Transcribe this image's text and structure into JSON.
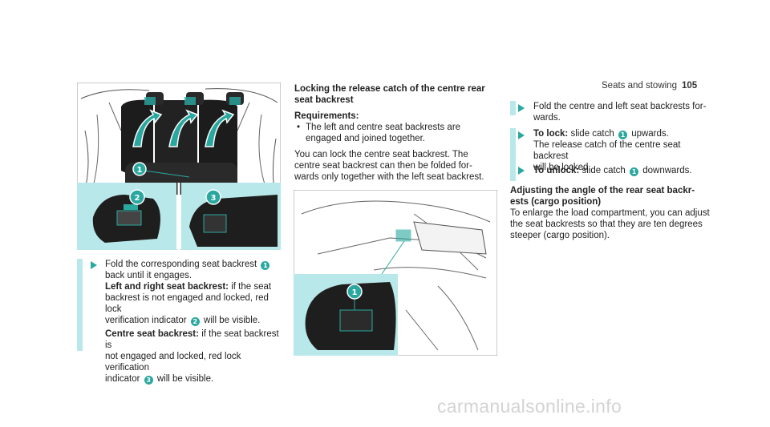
{
  "header": {
    "section": "Seats and stowing",
    "page": "105"
  },
  "col1": {
    "step1_text": "Fold the corresponding seat backrest",
    "step1_tail": "back until it engages.",
    "lr_heading": "Left and right seat backrest:",
    "lr_text1": "if the seat",
    "lr_text2": "backrest is not engaged and locked, red lock",
    "lr_text3": "verification indicator",
    "lr_text4": "will be visible.",
    "c_heading": "Centre seat backrest:",
    "c_text1": "if the seat backrest is",
    "c_text2": "not engaged and locked, red lock verification",
    "c_text3": "indicator",
    "c_text4": "will be visible."
  },
  "col2": {
    "heading1": "Locking the release catch of the centre rear",
    "heading2": "seat backrest",
    "req": "Requirements:",
    "bullet1": "The left and centre seat backrests are",
    "bullet2": "engaged and joined together.",
    "p1": "You can lock the centre seat backrest. The",
    "p2": "centre seat backrest can then be folded for-",
    "p3": "wards only together with the left seat backrest."
  },
  "col3": {
    "s1a": "Fold the centre and left seat backrests for-",
    "s1b": "wards.",
    "lock_label": "To lock:",
    "lock_text": "slide catch",
    "lock_tail": "upwards.",
    "lock_l2": "The release catch of the centre seat backrest",
    "lock_l3": "will be locked.",
    "unlock_label": "To unlock:",
    "unlock_text": "slide catch",
    "unlock_tail": "downwards.",
    "adj_h1": "Adjusting the angle of the rear seat backr-",
    "adj_h2": "ests (cargo position)",
    "adj1": "To enlarge the load compartment, you can adjust",
    "adj2": "the seat backrests so that they are ten degrees",
    "adj3": "steeper (cargo position)."
  },
  "badges": {
    "b1": "1",
    "b2": "2",
    "b3": "3"
  },
  "watermark": "carmanualsonline.info",
  "colors": {
    "accent": "#2aa8a0",
    "panel": "#b9e8ea"
  }
}
